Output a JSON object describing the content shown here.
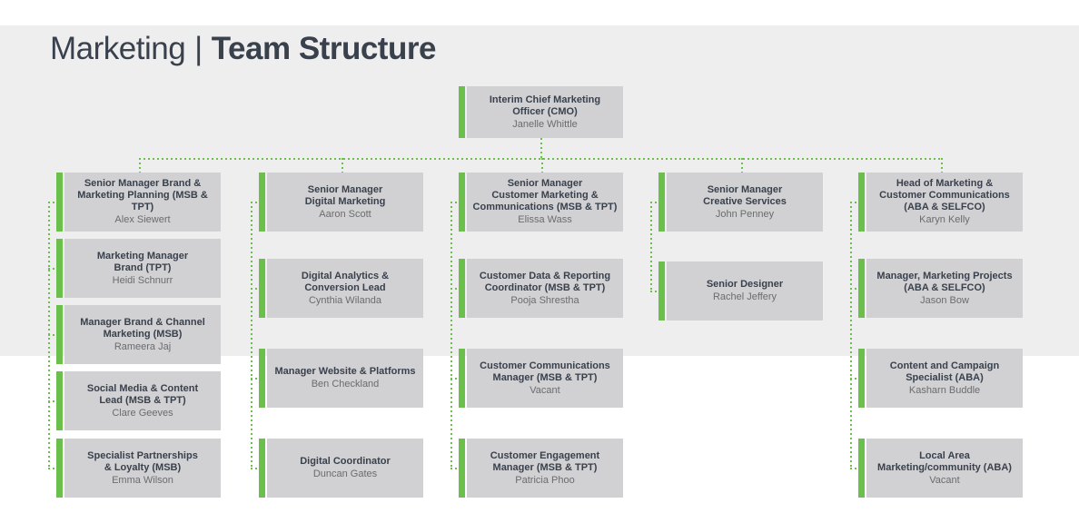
{
  "title": {
    "section": "Marketing",
    "separator": "|",
    "page": "Team Structure"
  },
  "colors": {
    "accent_green": "#6bbf4b",
    "box_fill": "#d1d0d2",
    "heading_text": "#39414d",
    "name_text": "#6b6c6f",
    "band_background": "#efeeef",
    "page_background": "#ffffff"
  },
  "org": {
    "root": {
      "role": "Interim Chief Marketing\nOfficer (CMO)",
      "name": "Janelle Whittle"
    },
    "columns": [
      {
        "head": {
          "role": "Senior Manager Brand &\nMarketing Planning (MSB & TPT)",
          "name": "Alex Siewert"
        },
        "reports": [
          {
            "role": "Marketing Manager\nBrand (TPT)",
            "name": "Heidi Schnurr"
          },
          {
            "role": "Manager Brand & Channel\nMarketing (MSB)",
            "name": "Rameera Jaj"
          },
          {
            "role": "Social Media & Content\nLead (MSB & TPT)",
            "name": "Clare Geeves"
          },
          {
            "role": "Specialist Partnerships\n& Loyalty (MSB)",
            "name": "Emma Wilson"
          }
        ]
      },
      {
        "head": {
          "role": "Senior Manager\nDigital Marketing",
          "name": "Aaron Scott"
        },
        "reports": [
          {
            "role": "Digital Analytics &\nConversion Lead",
            "name": "Cynthia Wilanda"
          },
          {
            "role": "Manager Website & Platforms",
            "name": "Ben Checkland"
          },
          {
            "role": "Digital Coordinator",
            "name": "Duncan Gates"
          }
        ]
      },
      {
        "head": {
          "role": "Senior Manager\nCustomer Marketing &\nCommunications (MSB & TPT)",
          "name": "Elissa Wass"
        },
        "reports": [
          {
            "role": "Customer Data & Reporting\nCoordinator (MSB & TPT)",
            "name": "Pooja Shrestha"
          },
          {
            "role": "Customer Communications\nManager (MSB & TPT)",
            "name": "Vacant"
          },
          {
            "role": "Customer Engagement\nManager (MSB & TPT)",
            "name": "Patricia Phoo"
          }
        ]
      },
      {
        "head": {
          "role": "Senior Manager\nCreative Services",
          "name": "John Penney"
        },
        "reports": [
          {
            "role": "Senior Designer",
            "name": "Rachel Jeffery"
          }
        ]
      },
      {
        "head": {
          "role": "Head of Marketing &\nCustomer Communications\n(ABA & SELFCO)",
          "name": "Karyn Kelly"
        },
        "reports": [
          {
            "role": "Manager, Marketing Projects\n(ABA & SELFCO)",
            "name": "Jason Bow"
          },
          {
            "role": "Content and Campaign\nSpecialist (ABA)",
            "name": "Kasharn Buddle"
          },
          {
            "role": "Local Area\nMarketing/community (ABA)",
            "name": "Vacant"
          }
        ]
      }
    ]
  }
}
